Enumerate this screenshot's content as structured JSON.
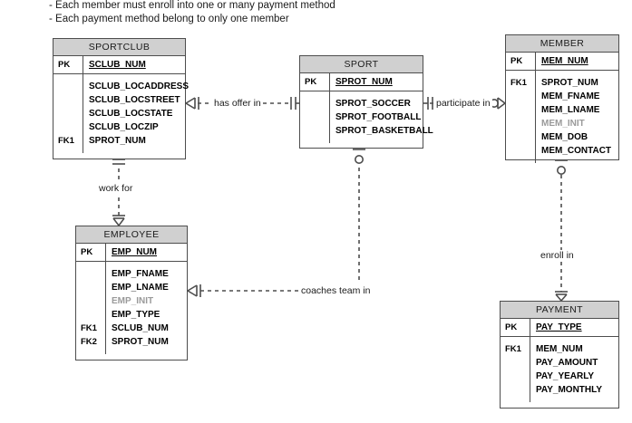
{
  "notes": [
    "- Each member must enroll into one or many payment method",
    "- Each payment method belong to only one member"
  ],
  "colors": {
    "header_fill": "#d0d0d0",
    "border": "#4d4d4d",
    "text": "#1a1a1a",
    "optional_attribute": "#9a9a9a",
    "background": "#ffffff"
  },
  "entities": [
    {
      "id": "sportclub",
      "name": "SPORTCLUB",
      "pk": [
        {
          "key": "PK",
          "attribute": "SCLUB_NUM"
        }
      ],
      "attributes": [
        {
          "key": "",
          "attribute": "SCLUB_LOCADDRESS",
          "optional": false
        },
        {
          "key": "",
          "attribute": "SCLUB_LOCSTREET",
          "optional": false
        },
        {
          "key": "",
          "attribute": "SCLUB_LOCSTATE",
          "optional": false
        },
        {
          "key": "",
          "attribute": "SCLUB_LOCZIP",
          "optional": false
        },
        {
          "key": "FK1",
          "attribute": "SPROT_NUM",
          "optional": false
        }
      ]
    },
    {
      "id": "sport",
      "name": "SPORT",
      "pk": [
        {
          "key": "PK",
          "attribute": "SPROT_NUM"
        }
      ],
      "attributes": [
        {
          "key": "",
          "attribute": "SPROT_SOCCER",
          "optional": false
        },
        {
          "key": "",
          "attribute": "SPROT_FOOTBALL",
          "optional": false
        },
        {
          "key": "",
          "attribute": "SPROT_BASKETBALL",
          "optional": false
        }
      ]
    },
    {
      "id": "member",
      "name": "MEMBER",
      "pk": [
        {
          "key": "PK",
          "attribute": "MEM_NUM"
        }
      ],
      "attributes": [
        {
          "key": "FK1",
          "attribute": "SPROT_NUM",
          "optional": false
        },
        {
          "key": "",
          "attribute": "MEM_FNAME",
          "optional": false
        },
        {
          "key": "",
          "attribute": "MEM_LNAME",
          "optional": false
        },
        {
          "key": "",
          "attribute": "MEM_INIT",
          "optional": true
        },
        {
          "key": "",
          "attribute": "MEM_DOB",
          "optional": false
        },
        {
          "key": "",
          "attribute": "MEM_CONTACT",
          "optional": false
        }
      ]
    },
    {
      "id": "employee",
      "name": "EMPLOYEE",
      "pk": [
        {
          "key": "PK",
          "attribute": "EMP_NUM"
        }
      ],
      "attributes": [
        {
          "key": "",
          "attribute": "EMP_FNAME",
          "optional": false
        },
        {
          "key": "",
          "attribute": "EMP_LNAME",
          "optional": false
        },
        {
          "key": "",
          "attribute": "EMP_INIT",
          "optional": true
        },
        {
          "key": "",
          "attribute": "EMP_TYPE",
          "optional": false
        },
        {
          "key": "FK1",
          "attribute": "SCLUB_NUM",
          "optional": false
        },
        {
          "key": "FK2",
          "attribute": "SPROT_NUM",
          "optional": false
        }
      ]
    },
    {
      "id": "payment",
      "name": "PAYMENT",
      "pk": [
        {
          "key": "PK",
          "attribute": "PAY_TYPE"
        }
      ],
      "attributes": [
        {
          "key": "FK1",
          "attribute": "MEM_NUM",
          "optional": false
        },
        {
          "key": "",
          "attribute": "PAY_AMOUNT",
          "optional": false
        },
        {
          "key": "",
          "attribute": "PAY_YEARLY",
          "optional": false
        },
        {
          "key": "",
          "attribute": "PAY_MONTHLY",
          "optional": false
        }
      ]
    }
  ],
  "relationships": [
    {
      "id": "has-offer-in",
      "label": "has offer in",
      "from": "sportclub",
      "to": "sport",
      "from_cardinality": "one-or-many",
      "to_cardinality": "exactly-one"
    },
    {
      "id": "participate-in",
      "label": "participate in",
      "from": "sport",
      "to": "member",
      "from_cardinality": "exactly-one",
      "to_cardinality": "zero-or-many"
    },
    {
      "id": "work-for",
      "label": "work for",
      "from": "sportclub",
      "to": "employee",
      "from_cardinality": "exactly-one",
      "to_cardinality": "one-or-many"
    },
    {
      "id": "enroll-in",
      "label": "enroll in",
      "from": "member",
      "to": "payment",
      "from_cardinality": "zero-or-one",
      "to_cardinality": "one-or-many"
    },
    {
      "id": "coaches-team-in",
      "label": "coaches team in",
      "from": "employee",
      "to": "sport",
      "from_cardinality": "one-or-many",
      "to_cardinality": "zero-or-one"
    }
  ]
}
